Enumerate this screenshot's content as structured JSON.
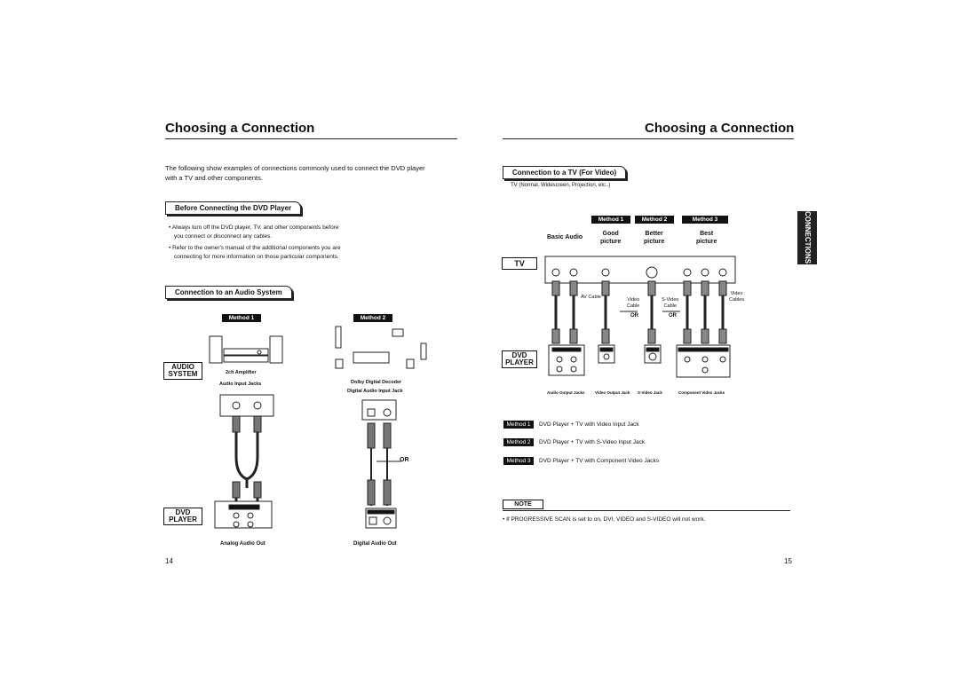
{
  "left_page": {
    "title": "Choosing a Connection",
    "intro": "The following show examples of connections commonly used to connect the DVD player with a TV and other components.",
    "intro_line1": "The following show examples of connections commonly used to connect the DVD player",
    "intro_line2": "with a TV and other components.",
    "before_heading": "Before Connecting the DVD Player",
    "bullet1_line1": "Always turn off the DVD player, TV, and other components before",
    "bullet1_line2": "you connect or disconnect any cables.",
    "bullet2_line1": "Refer to the owner's manual of the additional components you are",
    "bullet2_line2": "connecting for more information on those particular components.",
    "audio_heading": "Connection to an Audio System",
    "method1": "Method 1",
    "method2": "Method 2",
    "audio_system_label_1": "AUDIO",
    "audio_system_label_2": "SYSTEM",
    "amp_label": "2ch Amplifier",
    "amp_jacks": "Audio Input Jacks",
    "decoder_label": "Dolby Digital Decoder",
    "decoder_jacks": "Digital Audio Input Jack",
    "or_label": "OR",
    "dvd_label_1": "DVD",
    "dvd_label_2": "PLAYER",
    "analog_out": "Analog Audio Out",
    "digital_out": "Digital Audio Out",
    "page_number": "14"
  },
  "right_page": {
    "title": "Choosing a Connection",
    "tv_heading": "Connection to a TV (For Video)",
    "tv_sub": "TV (Normal, Widescreen, Projection, etc..)",
    "method1": "Method 1",
    "method2": "Method 2",
    "method3": "Method 3",
    "basic_audio": "Basic Audio",
    "good": "Good",
    "better": "Better",
    "best": "Best",
    "picture": "picture",
    "tv_label": "TV",
    "av_cable": "AV Cable",
    "video_cable_1": "Video",
    "video_cable_2": "Cable",
    "svideo_cable_1": "S-Video",
    "svideo_cable_2": "Cable",
    "video_cables_1": "Video",
    "video_cables_2": "Cables",
    "or_label": "OR",
    "dvd_label_1": "DVD",
    "dvd_label_2": "PLAYER",
    "jack_audio_out": "Audio Output Jacks",
    "jack_video_out": "Video Output Jack",
    "jack_svideo": "S-Video Jack",
    "jack_component": "Component Video Jacks",
    "method1_desc": "DVD Player + TV with Video Input Jack",
    "method2_desc": "DVD Player + TV with S-Video Input Jack",
    "method3_desc": "DVD Player + TV with Component Video Jacks",
    "note_label": "NOTE",
    "note_text": "If PROGRESSIVE SCAN is set to on, DVI, VIDEO and S-VIDEO will not work.",
    "side_tab": "CONNECTIONS",
    "page_number": "15"
  }
}
